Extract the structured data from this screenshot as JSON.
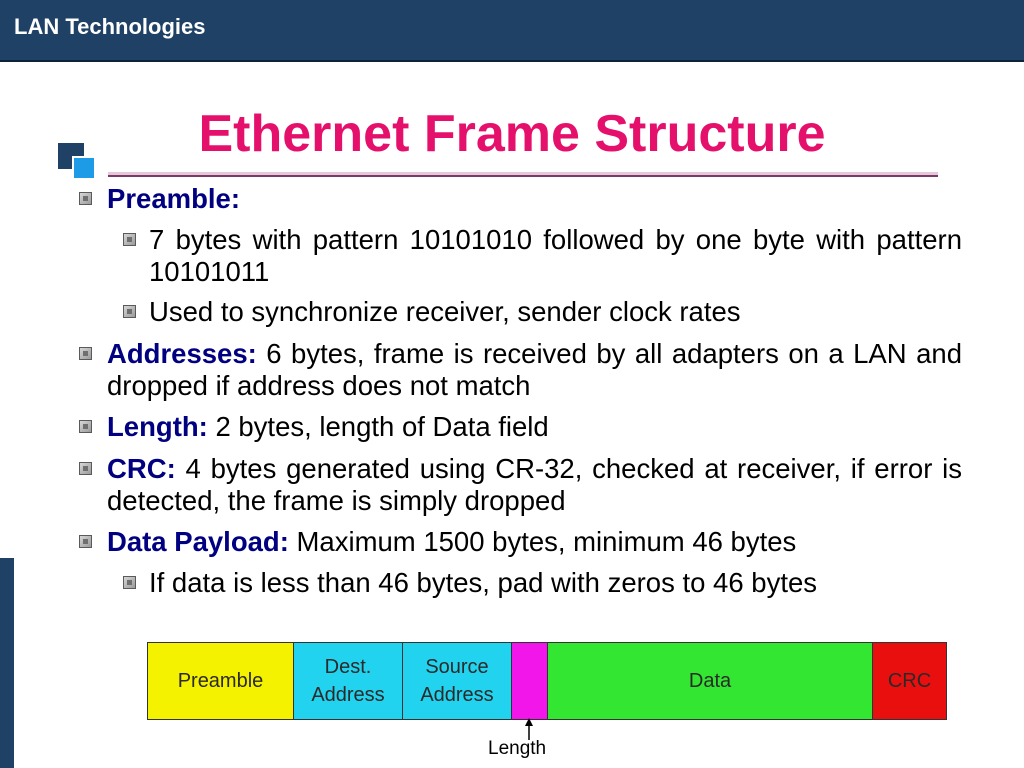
{
  "header": {
    "title": "LAN Technologies"
  },
  "slide": {
    "title": "Ethernet Frame Structure"
  },
  "bullets": [
    {
      "label": "Preamble:",
      "text": ""
    },
    {
      "label": "",
      "text": "7 bytes with pattern 10101010 followed by one byte with pattern 10101011"
    },
    {
      "label": "",
      "text": "Used to synchronize receiver, sender clock rates"
    },
    {
      "label": "Addresses:",
      "text": " 6 bytes, frame is received by all adapters on a LAN and dropped if address does not match"
    },
    {
      "label": "Length:",
      "text": " 2 bytes, length of Data field"
    },
    {
      "label": "CRC:",
      "text": " 4 bytes generated using CR-32, checked at receiver, if error is detected, the frame is simply dropped"
    },
    {
      "label": "Data Payload:",
      "text": " Maximum 1500 bytes, minimum 46 bytes"
    },
    {
      "label": "",
      "text": "If data is less than 46 bytes, pad with zeros to 46 bytes"
    }
  ],
  "frame": {
    "fields": [
      {
        "label": "Preamble",
        "color": "#f5f200"
      },
      {
        "label": "Dest.\nAddress",
        "color": "#22d3f0"
      },
      {
        "label": "Source\nAddress",
        "color": "#22d3f0"
      },
      {
        "label": "",
        "color": "#f216ea"
      },
      {
        "label": "Data",
        "color": "#32e632"
      },
      {
        "label": "CRC",
        "color": "#ea0f0f"
      }
    ],
    "length_label": "Length"
  },
  "colors": {
    "header_bg": "#1f4166",
    "title": "#e5106b",
    "bullet_label": "#000080"
  }
}
